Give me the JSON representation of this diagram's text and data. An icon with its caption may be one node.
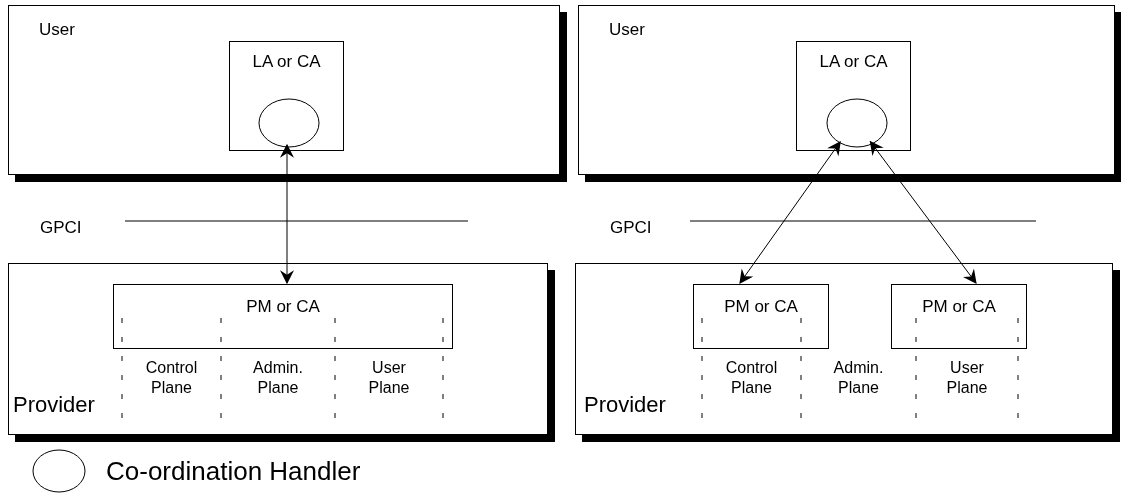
{
  "diagram": {
    "nodes": [
      {
        "text": [
          "User"
        ]
      },
      {
        "text": [
          "LA or CA"
        ],
        "in": 0
      },
      {
        "text": [],
        "shape": "circle",
        "in": 1
      },
      {
        "text": [
          "Provider"
        ]
      },
      {
        "text": [
          "PM or CA"
        ],
        "in": 3
      },
      {
        "text": [
          "User"
        ]
      },
      {
        "text": [
          "LA or CA"
        ],
        "in": 5
      },
      {
        "text": [],
        "shape": "circle",
        "in": 6
      },
      {
        "text": [
          "Provider"
        ]
      },
      {
        "text": [
          "PM or CA"
        ],
        "in": 8
      },
      {
        "text": [
          "PM or CA"
        ],
        "in": 8
      }
    ],
    "edges": [
      {
        "from": 2,
        "to": 4,
        "arrow": "both"
      },
      {
        "from": 7,
        "to": 9,
        "arrow": "both"
      },
      {
        "from": 7,
        "to": 10,
        "arrow": "both"
      }
    ],
    "labels": [
      "GPCI",
      "Control Plane",
      "Admin. Plane",
      "User Plane",
      "GPCI",
      "Control Plane",
      "Admin. Plane",
      "User Plane"
    ],
    "legend": [
      {
        "text": "Co-ordination Handler"
      }
    ]
  }
}
